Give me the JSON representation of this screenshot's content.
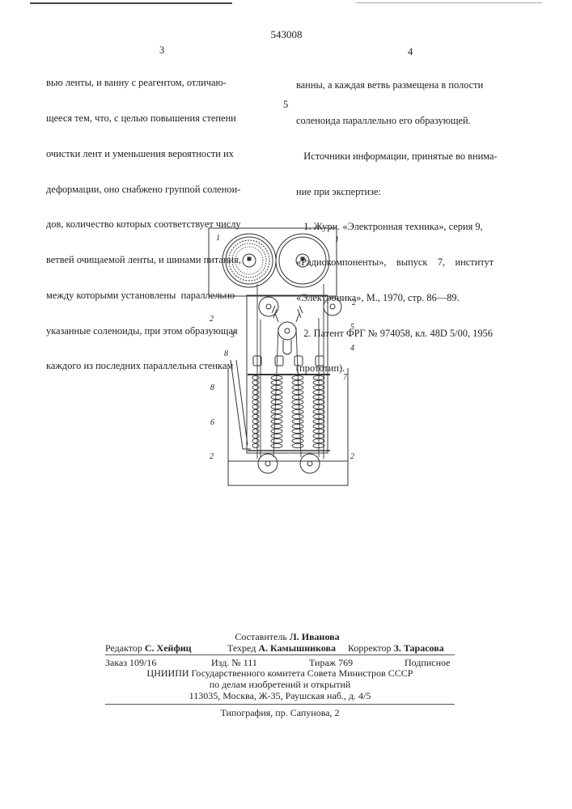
{
  "header": {
    "patent_number": "543008",
    "left_page_num": "3",
    "right_page_num": "4",
    "line_marker": "5"
  },
  "left_column": [
    "вью ленты, и ванну с реагентом, отличаю-",
    "щееся тем, что, с целью повышения степени",
    "очистки лент и уменьшения вероятности их",
    "деформации, оно снабжено группой соленои-",
    "дов, количество которых соответствует числу",
    "ветвей очищаемой ленты, и шинами питания,",
    "между которыми установлены  параллельно",
    "указанные соленоиды, при этом образующая",
    "каждого из последних параллельна стенкам"
  ],
  "right_column": [
    "ванны, а каждая ветвь размещена в полости",
    "соленоида параллельно его образующей.",
    "   Источники информации, принятые во внима-",
    "ние при экспертизе:",
    "   1. Журн. «Электронная техника», серия 9,",
    "«Радиокомпоненты»,    выпуск    7,    институт",
    "«Электроника», М., 1970, стр. 86—89.",
    "   2. Патент ФРГ № 974058, кл. 48D 5/00, 1956",
    "(прототип)."
  ],
  "figure": {
    "labels": {
      "reel_left": "1",
      "reel_right": "1",
      "roller_top_left": "2",
      "roller_top_right": "2",
      "roller_bottom_left": "2",
      "roller_bottom_right": "2",
      "tensioner": "3",
      "solenoid": "4",
      "bus": "5",
      "bath": "6",
      "busbar": "7",
      "wall_top": "8",
      "wall": "8"
    }
  },
  "imprint": {
    "compiler_label": "Составитель",
    "compiler_name": "Л. Иванова",
    "editor_label": "Редактор",
    "editor_name": "С. Хейфиц",
    "techred_label": "Техред",
    "techred_name": "А. Камышникова",
    "corrector_label": "Корректор",
    "corrector_name": "З. Тарасова",
    "order": "Заказ 109/16",
    "issue": "Изд. № 111",
    "print_run": "Тираж 769",
    "subscription": "Подписное",
    "org_line1": "ЦНИИПИ Государственного комитета Совета Министров СССР",
    "org_line2": "по делам изобретений и открытий",
    "org_line3": "113035, Москва, Ж-35, Раушская наб., д. 4/5",
    "printing": "Типография, пр. Сапунова, 2"
  }
}
